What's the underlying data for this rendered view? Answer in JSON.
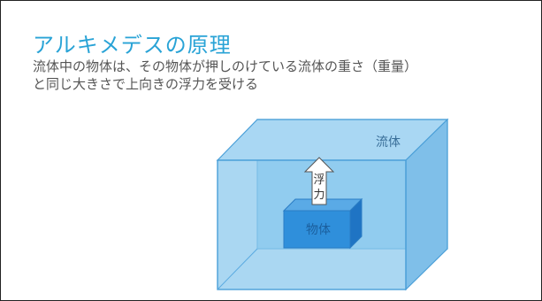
{
  "slide": {
    "title": "アルキメデスの原理",
    "description_lines": [
      "流体中の物体は、その物体が押しのけている流体の重さ（重量）",
      "と同じ大きさで上向きの浮力を受ける"
    ]
  },
  "diagram": {
    "fluid_label": "流体",
    "object_label": "物体",
    "buoyancy_label_chars": [
      "浮",
      "力"
    ],
    "colors": {
      "fluid_fill": "#8ec9ee",
      "fluid_edge": "#4a9fd8",
      "object_fill": "#2f8fdb",
      "arrow_fill": "#ffffff"
    }
  }
}
